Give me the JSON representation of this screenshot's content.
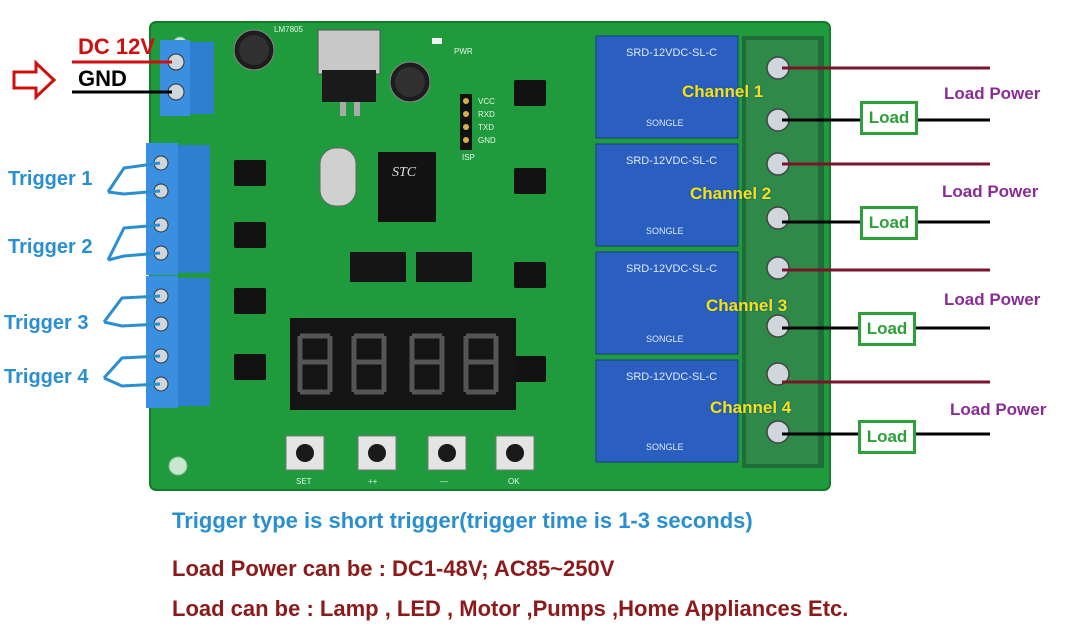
{
  "power": {
    "dc_label": "DC 12V",
    "gnd_label": "GND"
  },
  "triggers": [
    {
      "label": "Trigger 1"
    },
    {
      "label": "Trigger 2"
    },
    {
      "label": "Trigger 3"
    },
    {
      "label": "Trigger 4"
    }
  ],
  "channels": [
    {
      "label": "Channel 1",
      "load_power": "Load Power",
      "load": "Load"
    },
    {
      "label": "Channel 2",
      "load_power": "Load Power",
      "load": "Load"
    },
    {
      "label": "Channel 3",
      "load_power": "Load Power",
      "load": "Load"
    },
    {
      "label": "Channel 4",
      "load_power": "Load Power",
      "load": "Load"
    }
  ],
  "board": {
    "regulator": "LM7805",
    "pwr": "PWR",
    "mcu": "STC",
    "relay_text": "SRD-12VDC-SL-C",
    "relay_brand": "SONGLE",
    "isp_pins": [
      "VCC",
      "RXD",
      "TXD",
      "GND"
    ],
    "isp": "ISP",
    "buttons": [
      "SET",
      "++",
      "—",
      "OK"
    ]
  },
  "captions": {
    "line1": "Trigger type is short trigger(trigger time is 1-3 seconds)",
    "line2": "Load Power can be : DC1-48V; AC85~250V",
    "line3": "Load can be :  Lamp , LED , Motor ,Pumps ,Home Appliances Etc."
  },
  "colors": {
    "pcb": "#1f9a3c",
    "terminal_blue": "#2f7fd0",
    "relay_blue": "#2a5fc0",
    "trigger_text": "#2a8fd0",
    "load_power_text": "#8a2c95",
    "load_box": "#2ea03a",
    "caption_red": "#8c1a1a",
    "dc_red": "#d01010"
  }
}
